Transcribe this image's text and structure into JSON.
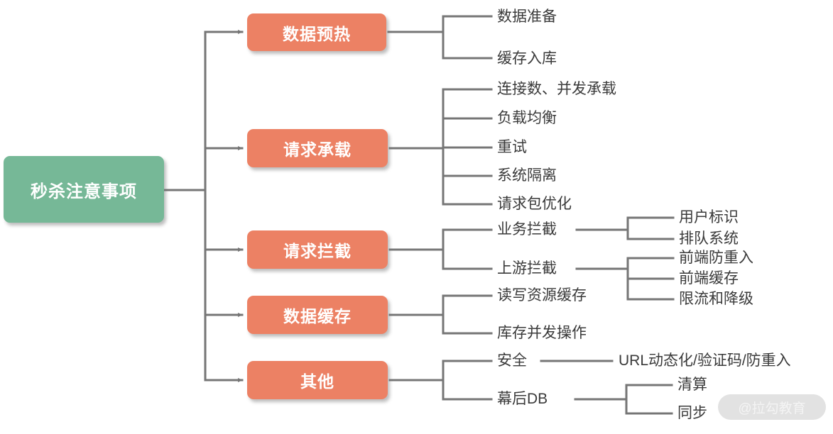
{
  "diagram": {
    "title": "秒杀注意事项",
    "type": "mind-map",
    "colors": {
      "root_fill": "#76b897",
      "branch_fill": "#ec8164",
      "connector": "#767676",
      "leaf_text": "#3a3a3a",
      "background": "#ffffff",
      "watermark_bg": "#e2e2e2",
      "watermark_text": "#f4f4f4"
    }
  },
  "root": {
    "label": "秒杀注意事项"
  },
  "branches": [
    {
      "label": "数据预热",
      "children": [
        {
          "label": "数据准备",
          "children": []
        },
        {
          "label": "缓存入库",
          "children": []
        }
      ]
    },
    {
      "label": "请求承载",
      "children": [
        {
          "label": "连接数、并发承载",
          "children": []
        },
        {
          "label": "负载均衡",
          "children": []
        },
        {
          "label": "重试",
          "children": []
        },
        {
          "label": "系统隔离",
          "children": []
        },
        {
          "label": "请求包优化",
          "children": []
        }
      ]
    },
    {
      "label": "请求拦截",
      "children": [
        {
          "label": "业务拦截",
          "children": [
            {
              "label": "用户标识"
            },
            {
              "label": "排队系统"
            }
          ]
        },
        {
          "label": "上游拦截",
          "children": [
            {
              "label": "前端防重入"
            },
            {
              "label": "前端缓存"
            },
            {
              "label": "限流和降级"
            }
          ]
        }
      ]
    },
    {
      "label": "数据缓存",
      "children": [
        {
          "label": "读写资源缓存",
          "children": []
        },
        {
          "label": "库存并发操作",
          "children": []
        }
      ]
    },
    {
      "label": "其他",
      "children": [
        {
          "label": "安全",
          "children": [
            {
              "label": "URL动态化/验证码/防重入"
            }
          ]
        },
        {
          "label": "幕后DB",
          "children": [
            {
              "label": "清算"
            },
            {
              "label": "同步"
            }
          ]
        }
      ]
    }
  ],
  "watermark": {
    "text": "@拉勾教育"
  }
}
